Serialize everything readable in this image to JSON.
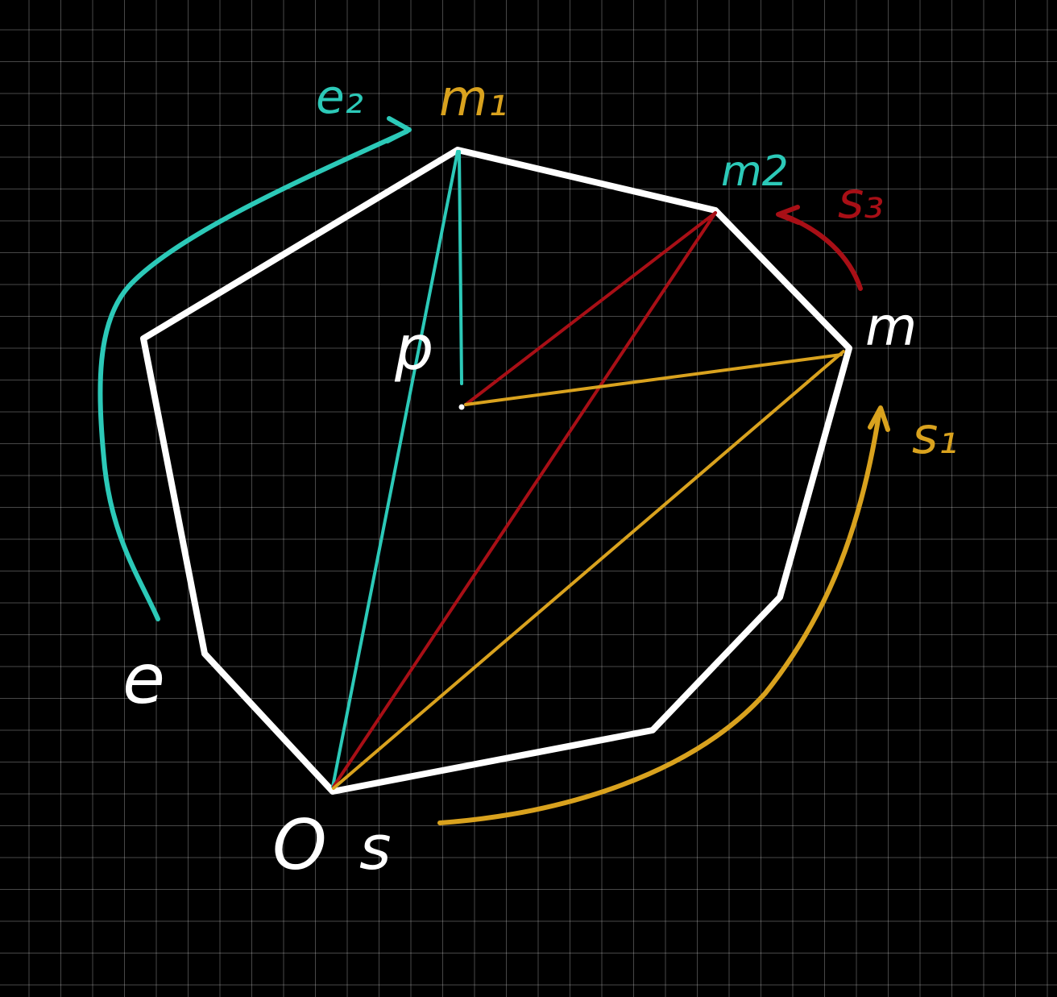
{
  "colors": {
    "background": "#000000",
    "grid": "#5a5a5a",
    "polygon": "#ffffff",
    "teal": "#2cc9b8",
    "gold": "#d9a21e",
    "red": "#a80f16"
  },
  "labels": {
    "e2": "e₂",
    "m1": "m₁",
    "m2": "m2",
    "s3": "s₃",
    "m": "m",
    "s1": "s₁",
    "p": "p",
    "e": "e",
    "o": "O",
    "s": "s"
  }
}
